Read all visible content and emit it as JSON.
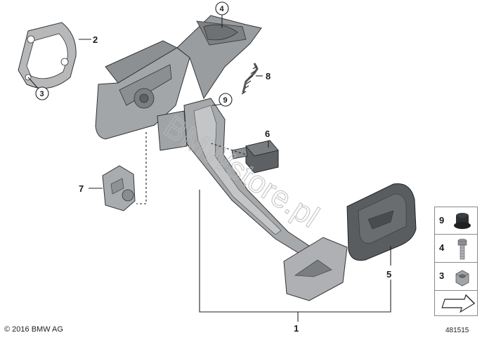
{
  "diagram": {
    "callouts": {
      "c1": "1",
      "c2": "2",
      "c3": "3",
      "c4": "4",
      "c5": "5",
      "c6": "6",
      "c7": "7",
      "c8": "8",
      "c9": "9"
    },
    "watermark": "BMWstore.pl",
    "footer": {
      "copyright": "© 2016 BMW AG",
      "reference_number": "481515"
    }
  },
  "legend": {
    "items": [
      {
        "number": "9",
        "icon": "rubber-grommet-icon"
      },
      {
        "number": "4",
        "icon": "bolt-icon"
      },
      {
        "number": "3",
        "icon": "hex-nut-icon"
      }
    ],
    "arrow_icon": "next-page-arrow-icon"
  },
  "colors": {
    "part_fill": "#a7a9ab",
    "part_dark": "#6f7275",
    "pad_dark": "#55585b",
    "line": "#222222"
  }
}
